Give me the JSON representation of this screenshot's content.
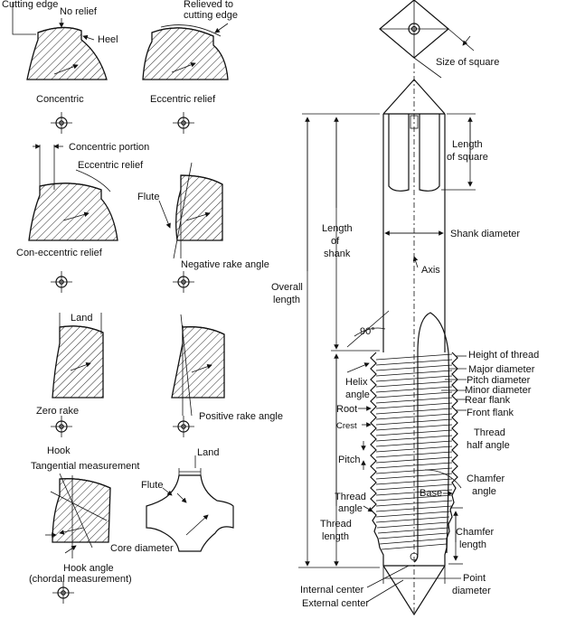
{
  "labels": {
    "cutting_edge": "Cutting edge",
    "no_relief": "No relief",
    "relieved_to": "Relieved to",
    "cutting_edge2": "cutting edge",
    "heel": "Heel",
    "concentric": "Concentric",
    "eccentric_relief_title": "Eccentric relief",
    "concentric_portion": "Concentric portion",
    "eccentric_relief": "Eccentric relief",
    "con_eccentric_relief": "Con-eccentric relief",
    "flute": "Flute",
    "negative_rake_angle": "Negative rake angle",
    "land": "Land",
    "zero_rake": "Zero rake",
    "positive_rake_angle": "Positive rake angle",
    "hook": "Hook",
    "tangential_measurement": "Tangential measurement",
    "hook_angle": "Hook angle",
    "chordal_measurement": "(chordal measurement)",
    "land2": "Land",
    "flute2": "Flute",
    "core_diameter": "Core diameter",
    "size_of_square": "Size of square",
    "length_of_square_1": "Length",
    "length_of_square_2": "of square",
    "length_of_shank_1": "Length",
    "length_of_shank_2": "of",
    "length_of_shank_3": "shank",
    "shank_diameter": "Shank diameter",
    "axis": "Axis",
    "overall_length_1": "Overall",
    "overall_length_2": "length",
    "ninety": "90°",
    "height_of_thread": "Height of thread",
    "major_diameter": "Major diameter",
    "pitch_diameter": "Pitch diameter",
    "minor_diameter": "Minor diameter",
    "rear_flank": "Rear flank",
    "front_flank": "Front flank",
    "helix_angle_1": "Helix",
    "helix_angle_2": "angle",
    "root": "Root",
    "crest": "Crest",
    "thread_half_angle_1": "Thread",
    "thread_half_angle_2": "half angle",
    "pitch": "Pitch",
    "chamfer_angle_1": "Chamfer",
    "chamfer_angle_2": "angle",
    "base": "Base",
    "thread_angle_1": "Thread",
    "thread_angle_2": "angle",
    "thread_length_1": "Thread",
    "thread_length_2": "length",
    "chamfer_length_1": "Chamfer",
    "chamfer_length_2": "length",
    "internal_center": "Internal center",
    "external_center": "External center",
    "point_diameter_1": "Point",
    "point_diameter_2": "diameter"
  }
}
